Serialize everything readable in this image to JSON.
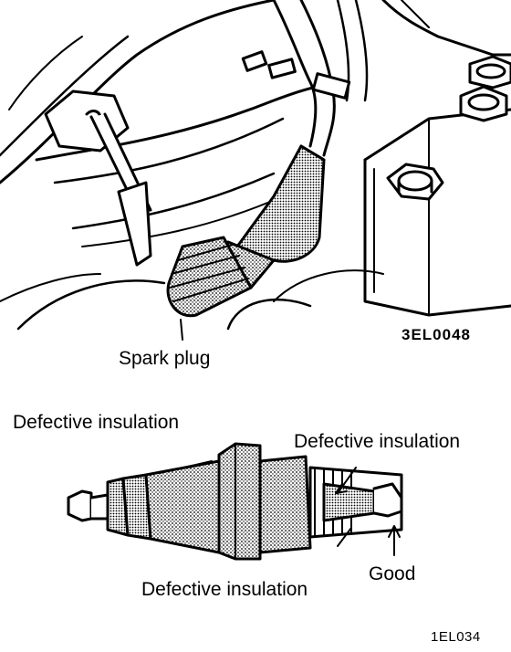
{
  "figure_top": {
    "label": "Spark plug",
    "code": "3EL0048"
  },
  "figure_bottom": {
    "label_left_top": "Defective insulation",
    "label_right_top": "Defective insulation",
    "label_bottom": "Defective insulation",
    "label_good": "Good",
    "code": "1EL034"
  },
  "colors": {
    "ink": "#000000",
    "paper": "#ffffff",
    "stipple": "#9a9a9a"
  }
}
